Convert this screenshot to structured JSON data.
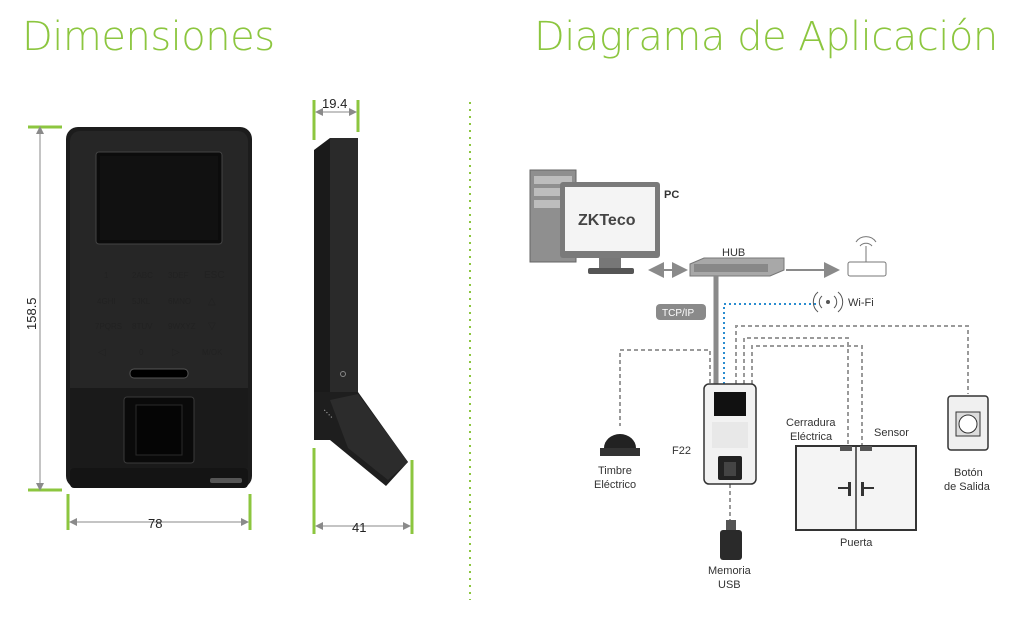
{
  "titles": {
    "dimensions": "Dimensiones",
    "application": "Diagrama de Aplicación"
  },
  "dimensions": {
    "height": "158.5",
    "width": "78",
    "depth_top": "19.4",
    "depth_bottom": "41"
  },
  "keypad": {
    "rows": [
      [
        "1",
        "2ABC",
        "3DEF",
        "ESC"
      ],
      [
        "4GHI",
        "5JKL",
        "6MNO",
        "△"
      ],
      [
        "7PQRS",
        "8TUV",
        "9WXYZ",
        "▽"
      ],
      [
        "◁",
        "0",
        "▷",
        "M/OK"
      ]
    ]
  },
  "diagram": {
    "pc": "PC",
    "pc_logo": "ZKTeco",
    "hub": "HUB",
    "tcpip": "TCP/IP",
    "wifi": "Wi-Fi",
    "device": "F22",
    "bell": [
      "Timbre",
      "Eléctrico"
    ],
    "lock": [
      "Cerradura",
      "Eléctrica"
    ],
    "sensor": "Sensor",
    "door": "Puerta",
    "exit_button": [
      "Botón",
      "de Salida"
    ],
    "usb": [
      "Memoria",
      "USB"
    ]
  },
  "colors": {
    "accent": "#8cc63f",
    "wifi_line": "#2b8ccf",
    "wire": "#9a9a9a"
  }
}
